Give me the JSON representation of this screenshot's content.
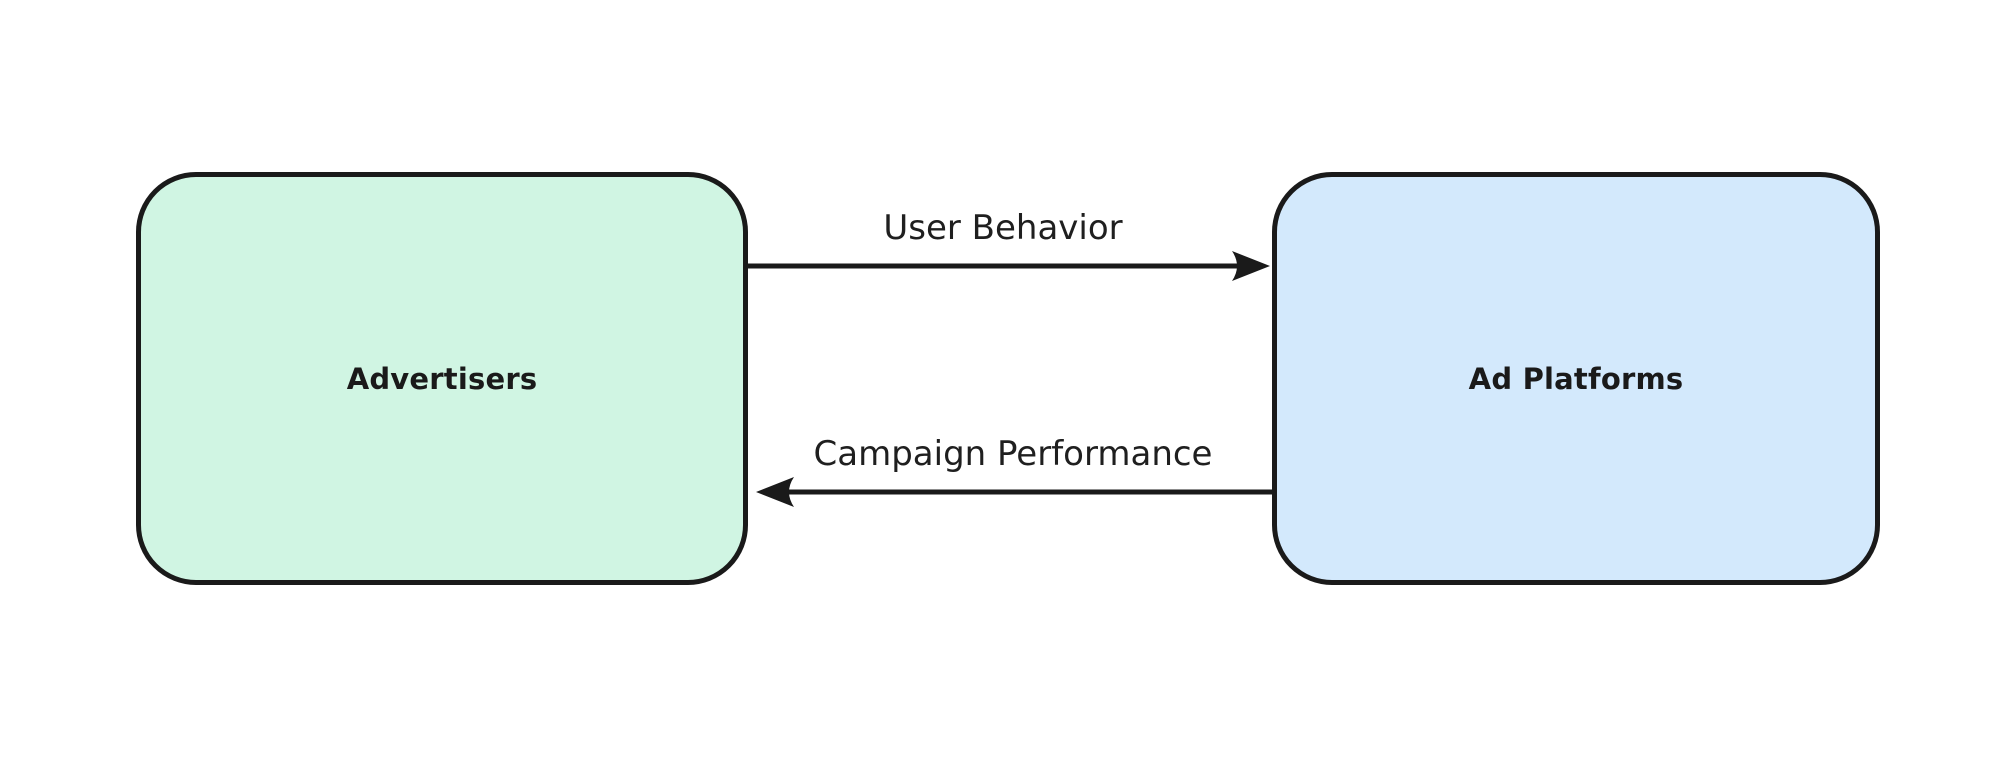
{
  "diagram": {
    "type": "flow-diagram",
    "background_color": "#ffffff",
    "stroke_color": "#1a1a1a",
    "nodes": [
      {
        "id": "advertisers",
        "label": "Advertisers",
        "fill": "#d0f5e3",
        "stroke": "#1a1a1a",
        "shape": "rounded-rectangle"
      },
      {
        "id": "ad_platforms",
        "label": "Ad Platforms",
        "fill": "#d3e9fc",
        "stroke": "#1a1a1a",
        "shape": "rounded-rectangle"
      }
    ],
    "edges": [
      {
        "from": "advertisers",
        "to": "ad_platforms",
        "label": "User Behavior",
        "direction": "right"
      },
      {
        "from": "ad_platforms",
        "to": "advertisers",
        "label": "Campaign Performance",
        "direction": "left"
      }
    ]
  }
}
